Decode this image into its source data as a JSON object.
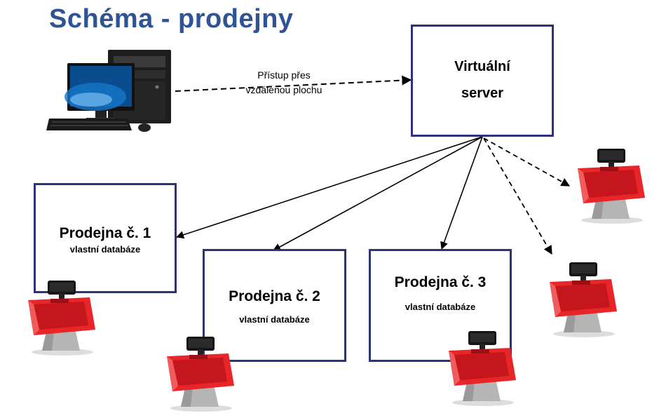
{
  "title": "Schéma - prodejny",
  "access": {
    "line1": "Přístup přes",
    "line2": "vzdálenou plochu"
  },
  "server": {
    "line1": "Virtuální",
    "line2": "server"
  },
  "stores": [
    {
      "name": "Prodejna č. 1",
      "db": "vlastní databáze"
    },
    {
      "name": "Prodejna č. 2",
      "db": "vlastní databáze"
    },
    {
      "name": "Prodejna č. 3",
      "db": "vlastní databáze"
    }
  ],
  "icons": {
    "computer": "desktop-computer-icon",
    "pos": "pos-terminal-icon"
  },
  "colors": {
    "title": "#2f5496",
    "box_border": "#2e3180",
    "pos_body": "#e8262a",
    "pos_stand": "#b5b5b5"
  }
}
